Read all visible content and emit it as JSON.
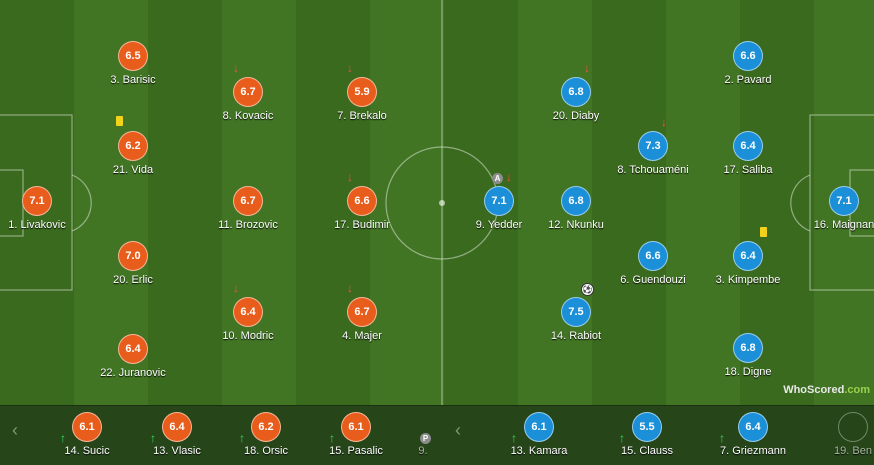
{
  "colors": {
    "home": "#e85d1c",
    "away": "#1b8fd8",
    "sub_off": "#ff4a3d",
    "sub_on": "#33e05a"
  },
  "home_starters": [
    {
      "rating": "6.5",
      "name": "3. Barisic"
    },
    {
      "rating": "6.7",
      "name": "8. Kovacic",
      "sub_off": "↓"
    },
    {
      "rating": "5.9",
      "name": "7. Brekalo",
      "sub_off": "↓"
    },
    {
      "rating": "6.2",
      "name": "21. Vida",
      "yellow_card": true
    },
    {
      "rating": "7.1",
      "name": "1. Livakovic"
    },
    {
      "rating": "6.7",
      "name": "11. Brozovic"
    },
    {
      "rating": "6.6",
      "name": "17. Budimir",
      "sub_off": "↓"
    },
    {
      "rating": "7.0",
      "name": "20. Erlic"
    },
    {
      "rating": "6.4",
      "name": "10. Modric",
      "sub_off": "↓"
    },
    {
      "rating": "6.7",
      "name": "4. Majer",
      "sub_off": "↓"
    },
    {
      "rating": "6.4",
      "name": "22. Juranovic"
    }
  ],
  "away_starters": [
    {
      "rating": "6.8",
      "name": "20. Diaby",
      "sub_off": "↓"
    },
    {
      "rating": "6.6",
      "name": "2. Pavard"
    },
    {
      "rating": "7.3",
      "name": "8. Tchouaméni",
      "sub_off": "↓"
    },
    {
      "rating": "6.4",
      "name": "17. Saliba"
    },
    {
      "rating": "7.1",
      "name": "9. Yedder",
      "sub_off": "↓",
      "assist": "A"
    },
    {
      "rating": "6.8",
      "name": "12. Nkunku"
    },
    {
      "rating": "7.1",
      "name": "16. Maignan"
    },
    {
      "rating": "6.6",
      "name": "6. Guendouzi"
    },
    {
      "rating": "6.4",
      "name": "3. Kimpembe",
      "yellow_card": true
    },
    {
      "rating": "7.5",
      "name": "14. Rabiot",
      "goal": "⚽"
    },
    {
      "rating": "6.8",
      "name": "18. Digne"
    }
  ],
  "bench": [
    {
      "rating": "6.1",
      "name": "14. Sucic",
      "team": "home",
      "sub_on": "↑"
    },
    {
      "rating": "6.4",
      "name": "13. Vlasic",
      "team": "home",
      "sub_on": "↑"
    },
    {
      "rating": "6.2",
      "name": "18. Orsic",
      "team": "home",
      "sub_on": "↑"
    },
    {
      "rating": "6.1",
      "name": "15. Pasalic",
      "team": "home",
      "sub_on": "↑"
    },
    {
      "rating": "6.1",
      "name": "13. Kamara",
      "team": "away",
      "sub_on": "↑"
    },
    {
      "rating": "5.5",
      "name": "15. Clauss",
      "team": "away",
      "sub_on": "↑"
    },
    {
      "rating": "6.4",
      "name": "7. Griezmann",
      "team": "away",
      "sub_on": "↑"
    }
  ],
  "bench_partial": {
    "left_name": "9.",
    "left_icon": "P",
    "right_name": "19. Ben"
  },
  "nav": {
    "left": "‹",
    "right": "‹"
  },
  "brand": {
    "part1": "WhoScored",
    "part2": ".com"
  }
}
